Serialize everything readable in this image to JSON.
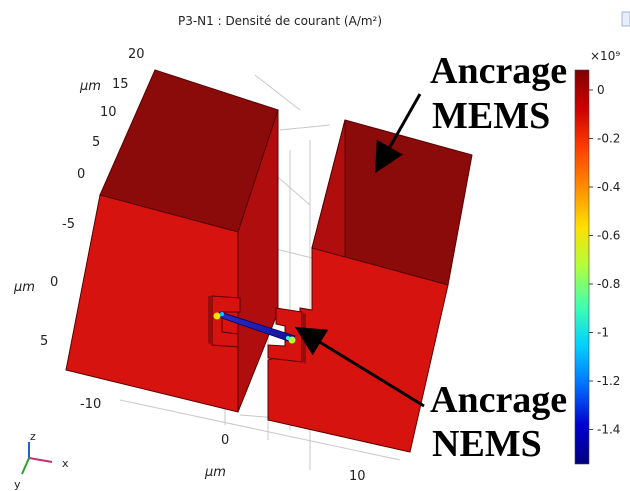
{
  "title": "P3-N1 : Densité de courant (A/m²)",
  "axis_ticks": {
    "y_top": [
      "20",
      "15",
      "10",
      "5",
      "0",
      "-5"
    ],
    "z_left": [
      "0",
      "5"
    ],
    "x_bottom": [
      "-10",
      "0",
      "10"
    ]
  },
  "unit_labels": {
    "top": "μm",
    "left": "μm",
    "bottom": "μm"
  },
  "colorbar": {
    "exponent": "×10⁹",
    "ticks": [
      "0",
      "-0.2",
      "-0.4",
      "-0.6",
      "-0.8",
      "-1",
      "-1.2",
      "-1.4"
    ],
    "colors": [
      "#800000",
      "#d00000",
      "#ff4000",
      "#ff9000",
      "#ffe000",
      "#b0ff40",
      "#40ffb0",
      "#00d0ff",
      "#0070ff",
      "#0000d0",
      "#000080"
    ]
  },
  "annotations": {
    "mems": [
      "Ancrage",
      "MEMS"
    ],
    "nems": [
      "Ancrage",
      "NEMS"
    ]
  },
  "triad": {
    "z": "z",
    "x": "x",
    "y": "y"
  },
  "block_colors": {
    "top": "#8b0a0a",
    "front": "#d7130f",
    "side": "#c01010"
  }
}
